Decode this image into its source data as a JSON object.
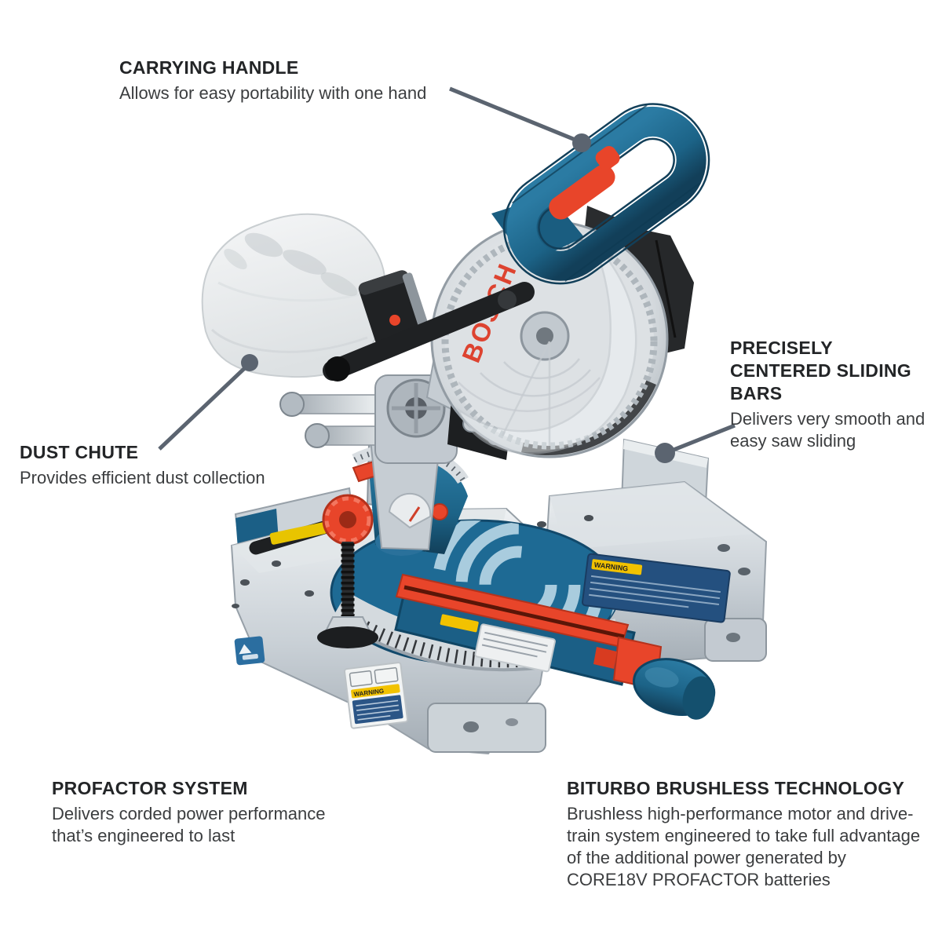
{
  "callouts": {
    "carrying_handle": {
      "title": "CARRYING HANDLE",
      "body": "Allows for easy portability with one hand"
    },
    "sliding_bars": {
      "title": "PRECISELY CENTERED SLIDING BARS",
      "body": "Delivers very smooth and easy saw sliding"
    },
    "dust_chute": {
      "title": "DUST CHUTE",
      "body": "Provides efficient dust collection"
    },
    "profactor": {
      "title": "PROFACTOR SYSTEM",
      "body": "Delivers corded power performance that’s engineered to last"
    },
    "biturbo": {
      "title": "BITURBO BRUSHLESS TECHNOLOGY",
      "body": "Brushless high-performance motor and drive-train system engineered to take full advantage of the additional power generated by CORE18V PROFACTOR batteries"
    }
  },
  "product": {
    "blade_brand": "BOSCH",
    "warning_label": "WARNING"
  },
  "colors": {
    "bosch_blue": "#1c6387",
    "accent_red": "#e8452a",
    "leader_gray": "#5b6470",
    "silver": "#c8cfd5",
    "charcoal": "#26282a",
    "title_text": "#232527",
    "body_text": "#3b3d3f"
  }
}
